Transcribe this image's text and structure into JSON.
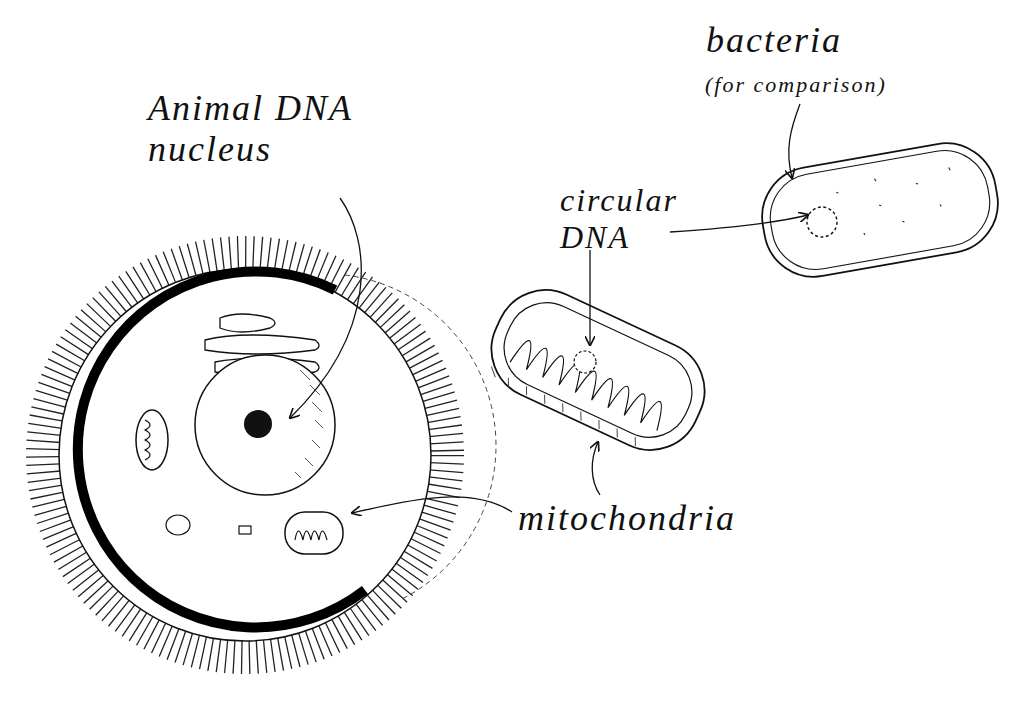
{
  "diagram": {
    "labels": [
      "Animal DNA nucleus",
      "bacteria",
      "(for comparison)",
      "circular DNA",
      "mitochondria"
    ]
  }
}
